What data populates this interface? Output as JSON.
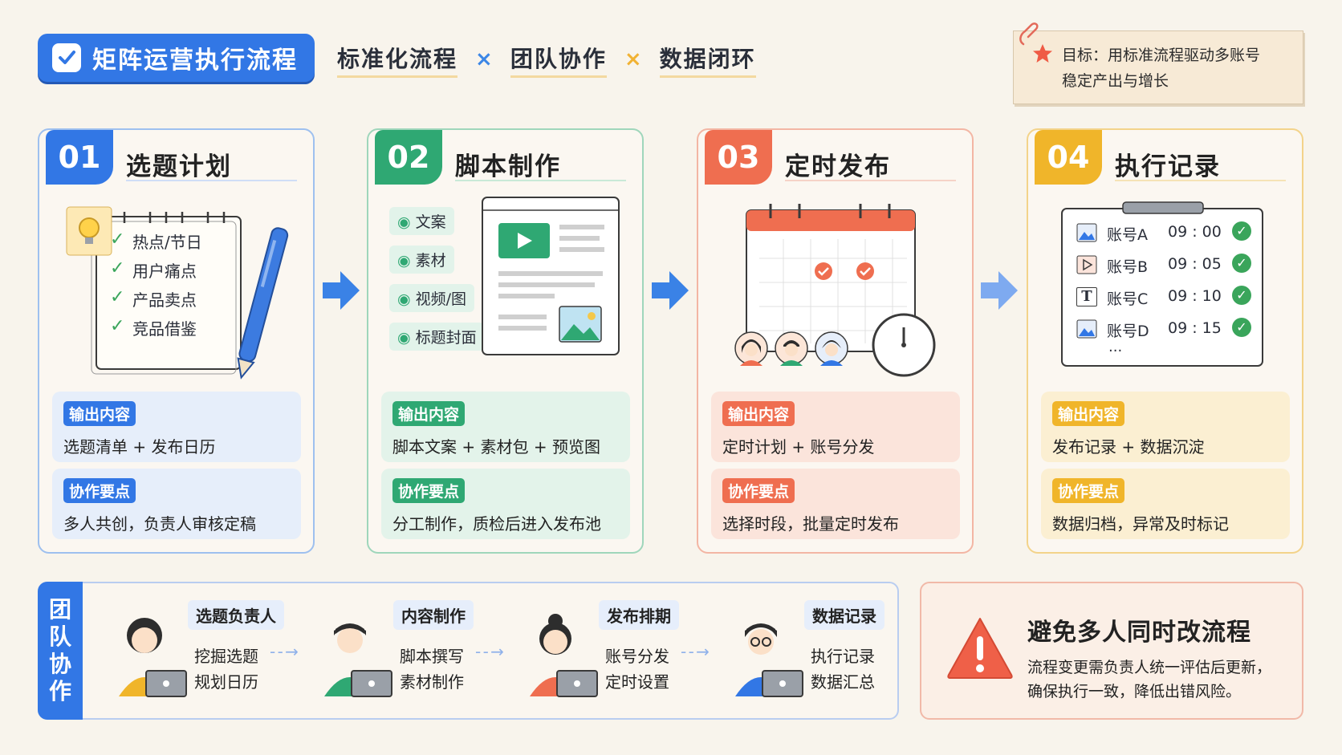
{
  "header": {
    "title": "矩阵运营执行流程",
    "taglines": [
      "标准化流程",
      "团队协作",
      "数据闭环"
    ],
    "separator": "×",
    "goal_line1": "目标：用标准流程驱动多账号",
    "goal_line2": "稳定产出与增长"
  },
  "colors": {
    "blue": "#3277e5",
    "green": "#2fa873",
    "red": "#ef6e50",
    "yellow": "#f0b52a"
  },
  "steps": [
    {
      "num": "01",
      "title": "选题计划",
      "items": [
        "热点/节日",
        "用户痛点",
        "产品卖点",
        "竞品借鉴"
      ],
      "output_label": "输出内容",
      "output": "选题清单 + 发布日历",
      "collab_label": "协作要点",
      "collab": "多人共创，负责人审核定稿"
    },
    {
      "num": "02",
      "title": "脚本制作",
      "items": [
        "文案",
        "素材",
        "视频/图",
        "标题封面"
      ],
      "output_label": "输出内容",
      "output": "脚本文案 + 素材包 + 预览图",
      "collab_label": "协作要点",
      "collab": "分工制作，质检后进入发布池"
    },
    {
      "num": "03",
      "title": "定时发布",
      "output_label": "输出内容",
      "output": "定时计划 + 账号分发",
      "collab_label": "协作要点",
      "collab": "选择时段，批量定时发布"
    },
    {
      "num": "04",
      "title": "执行记录",
      "records": [
        {
          "account": "账号A",
          "time": "09 : 00"
        },
        {
          "account": "账号B",
          "time": "09 : 05"
        },
        {
          "account": "账号C",
          "time": "09 : 10"
        },
        {
          "account": "账号D",
          "time": "09 : 15"
        }
      ],
      "records_more": "...",
      "output_label": "输出内容",
      "output": "发布记录 + 数据沉淀",
      "collab_label": "协作要点",
      "collab": "数据归档，异常及时标记"
    }
  ],
  "team": {
    "label": [
      "团",
      "队",
      "协",
      "作"
    ],
    "members": [
      {
        "role": "选题负责人",
        "tasks": [
          "挖掘选题",
          "规划日历"
        ]
      },
      {
        "role": "内容制作",
        "tasks": [
          "脚本撰写",
          "素材制作"
        ]
      },
      {
        "role": "发布排期",
        "tasks": [
          "账号分发",
          "定时设置"
        ]
      },
      {
        "role": "数据记录",
        "tasks": [
          "执行记录",
          "数据汇总"
        ]
      }
    ]
  },
  "warning": {
    "title": "避免多人同时改流程",
    "line1": "流程变更需负责人统一评估后更新，",
    "line2": "确保执行一致，降低出错风险。"
  }
}
